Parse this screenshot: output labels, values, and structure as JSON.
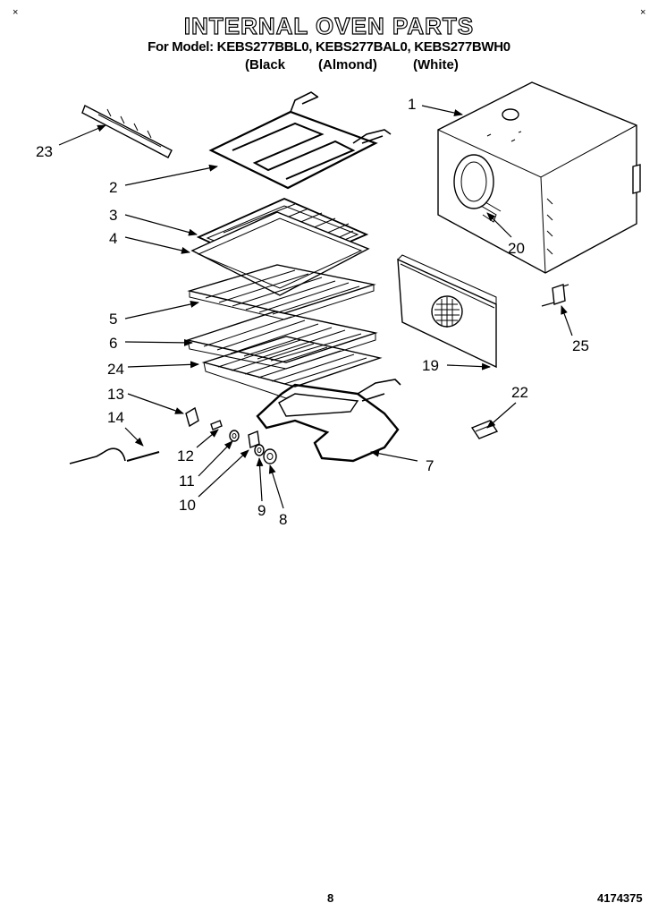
{
  "title": "INTERNAL OVEN PARTS",
  "subtitle": "For Model: KEBS277BBL0, KEBS277BAL0, KEBS277BWH0",
  "colors": [
    "(Black",
    "(Almond)",
    "(White)"
  ],
  "corner_left": "×",
  "corner_right": "×",
  "page_number": "8",
  "doc_number": "4174375",
  "callouts": {
    "c1": "1",
    "c2": "2",
    "c3": "3",
    "c4": "4",
    "c5": "5",
    "c6": "6",
    "c7": "7",
    "c8": "8",
    "c9": "9",
    "c10": "10",
    "c11": "11",
    "c12": "12",
    "c13": "13",
    "c14": "14",
    "c19": "19",
    "c20": "20",
    "c22": "22",
    "c23": "23",
    "c24": "24",
    "c25": "25"
  }
}
